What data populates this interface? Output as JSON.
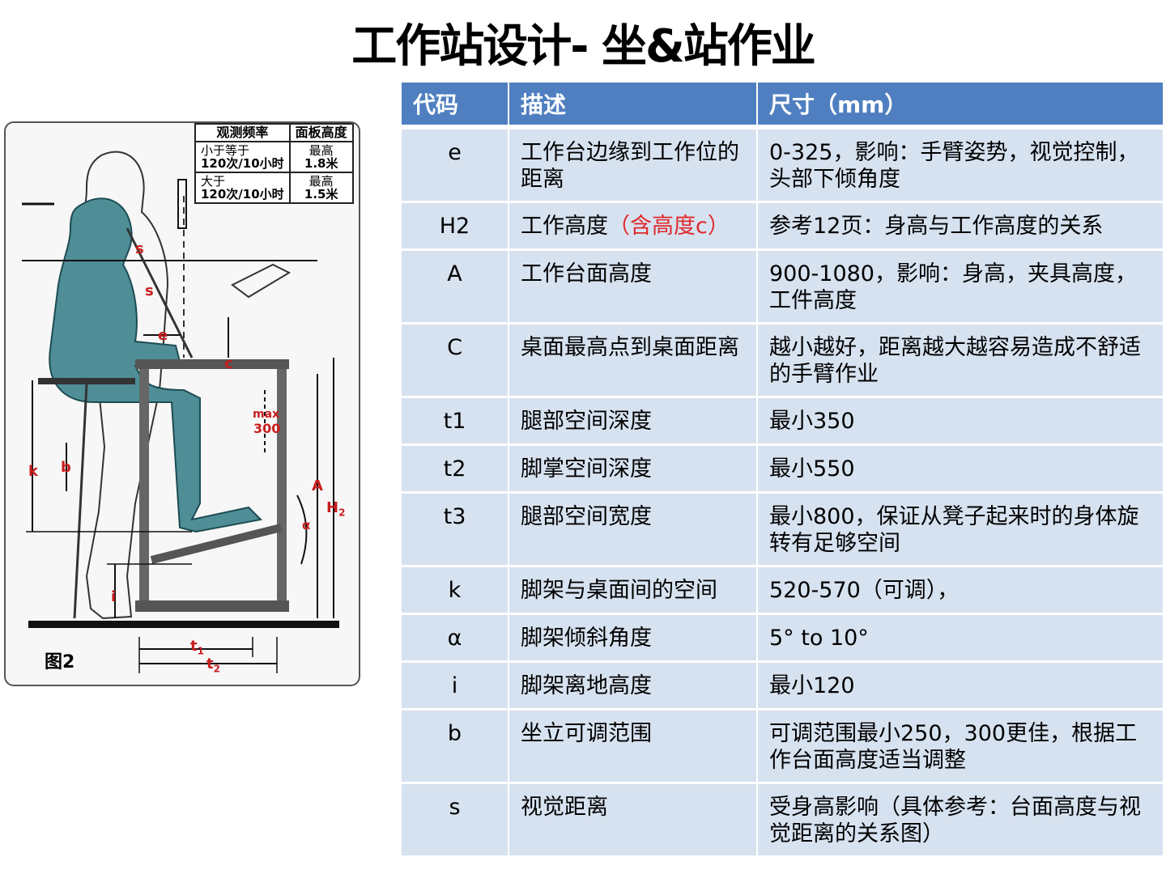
{
  "title": "工作站设计- 坐&站作业",
  "figure": {
    "caption": "图2",
    "freq_table": {
      "headers": [
        "观测频率",
        "面板高度"
      ],
      "rows": [
        {
          "freq_line1": "小于等于",
          "freq_line2": "120次/10小时",
          "height_line1": "最高",
          "height_line2": "1.8米"
        },
        {
          "freq_line1": "大于",
          "freq_line2": "120次/10小时",
          "height_line1": "最高",
          "height_line2": "1.5米"
        }
      ]
    },
    "labels": {
      "s1": "s",
      "s2": "s",
      "e": "e",
      "c": "c",
      "max": "max",
      "v300": "300",
      "k": "k",
      "b": "b",
      "A": "A",
      "H2": "H",
      "H2_sub": "2",
      "alpha": "α",
      "i": "i",
      "t1": "t",
      "t1_sub": "1",
      "t2": "t",
      "t2_sub": "2"
    }
  },
  "table": {
    "headers": [
      "代码",
      "描述",
      "尺寸（mm）"
    ],
    "rows": [
      {
        "code": "e",
        "desc": "工作台边缘到工作位的距离",
        "desc_red": "",
        "size": "0-325，影响：手臂姿势，视觉控制，头部下倾角度"
      },
      {
        "code": "H2",
        "desc": "工作高度",
        "desc_red": "（含高度c）",
        "size": "参考12页：身高与工作高度的关系"
      },
      {
        "code": "A",
        "desc": "工作台面高度",
        "desc_red": "",
        "size": "900-1080，影响：身高，夹具高度，工件高度"
      },
      {
        "code": "C",
        "desc": "桌面最高点到桌面距离",
        "desc_red": "",
        "size": "越小越好，距离越大越容易造成不舒适的手臂作业"
      },
      {
        "code": "t1",
        "desc": "腿部空间深度",
        "desc_red": "",
        "size": "最小350"
      },
      {
        "code": "t2",
        "desc": "脚掌空间深度",
        "desc_red": "",
        "size": "最小550"
      },
      {
        "code": "t3",
        "desc": "腿部空间宽度",
        "desc_red": "",
        "size": "最小800，保证从凳子起来时的身体旋转有足够空间"
      },
      {
        "code": "k",
        "desc": "脚架与桌面间的空间",
        "desc_red": "",
        "size": "520-570（可调），"
      },
      {
        "code": "α",
        "desc": "脚架倾斜角度",
        "desc_red": "",
        "size": "5° to 10°"
      },
      {
        "code": "i",
        "desc": "脚架离地高度",
        "desc_red": "",
        "size": "最小120"
      },
      {
        "code": "b",
        "desc": "坐立可调范围",
        "desc_red": "",
        "size": "可调范围最小250，300更佳，根据工作台面高度适当调整"
      },
      {
        "code": "s",
        "desc": "视觉距离",
        "desc_red": "",
        "size": "受身高影响（具体参考：台面高度与视觉距离的关系图）"
      }
    ]
  },
  "colors": {
    "header_bg": "#4f7fc0",
    "row_bg": "#d7e2f0",
    "figure_teal": "#4f8e96",
    "accent_red": "#e0262a"
  }
}
